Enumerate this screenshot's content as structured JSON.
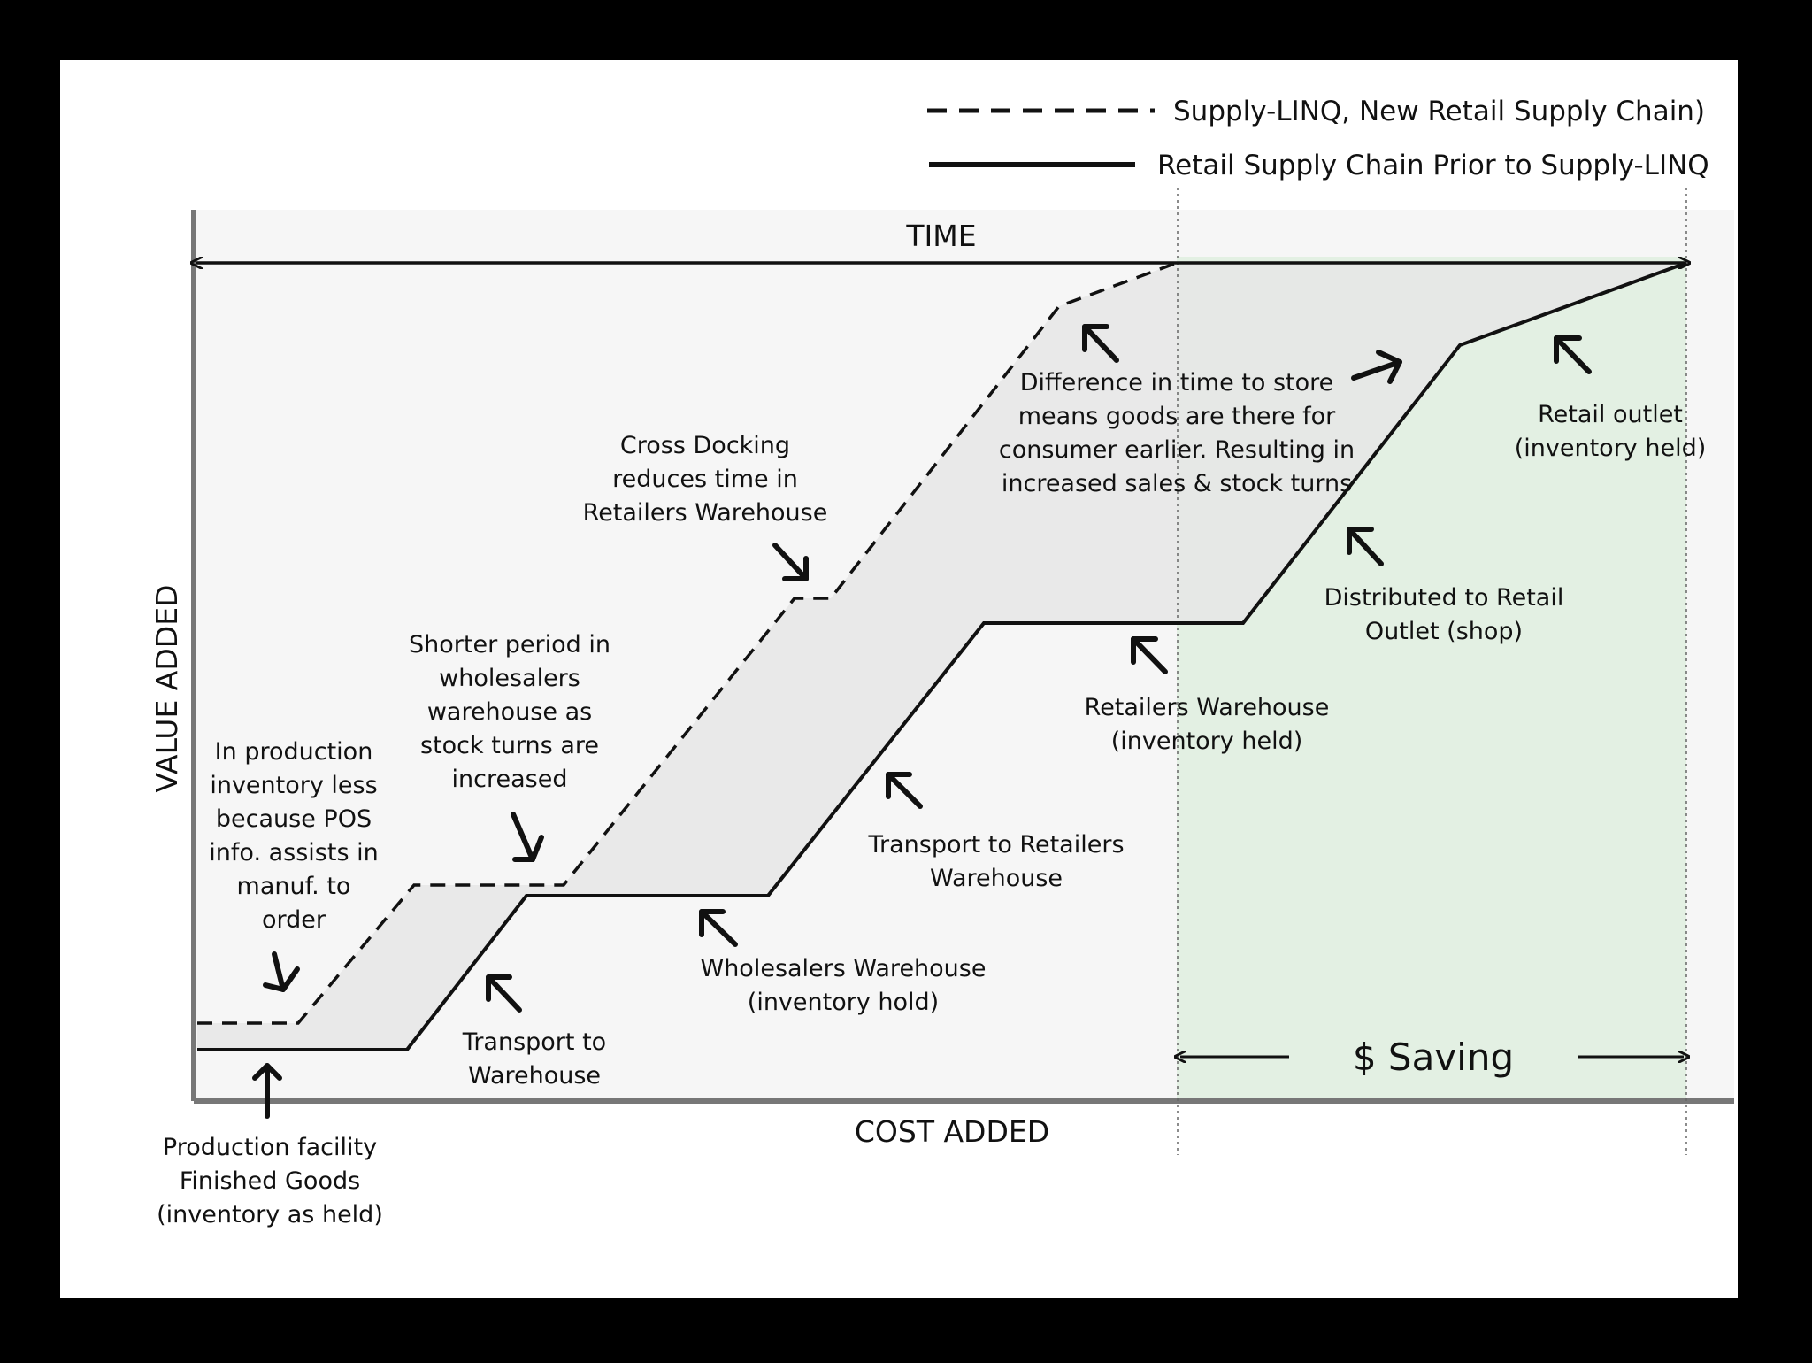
{
  "legend": {
    "dashed_label": "Supply-LINQ, New Retail Supply Chain)",
    "solid_label": "Retail Supply Chain Prior to Supply-LINQ"
  },
  "axes": {
    "time": "TIME",
    "value_added": "VALUE ADDED",
    "cost_added": "COST ADDED"
  },
  "saving": {
    "label": "$ Saving"
  },
  "colors": {
    "background": "#000000",
    "panel": "#ffffff",
    "shade_gray": "#ececec",
    "shade_light": "#f6f6f6",
    "saving_green": "#e3f0e3",
    "line": "#111111"
  },
  "annotations": {
    "production_facility": [
      "Production facility",
      "Finished Goods",
      "(inventory as held)"
    ],
    "in_production": [
      "In production",
      "inventory less",
      "because POS",
      "info. assists in",
      "manuf. to",
      "order"
    ],
    "transport_warehouse": [
      "Transport to",
      "Warehouse"
    ],
    "shorter_period": [
      "Shorter period in",
      "wholesalers",
      "warehouse as",
      "stock turns are",
      "increased"
    ],
    "wholesalers_warehouse": [
      "Wholesalers Warehouse",
      "(inventory hold)"
    ],
    "cross_docking": [
      "Cross Docking",
      "reduces time in",
      "Retailers Warehouse"
    ],
    "transport_retailers": [
      "Transport to Retailers",
      "Warehouse"
    ],
    "retailers_warehouse": [
      "Retailers Warehouse",
      "(inventory held)"
    ],
    "difference_time": [
      "Difference in time to store",
      "means goods are there for",
      "consumer earlier. Resulting in",
      "increased sales & stock turns"
    ],
    "distributed": [
      "Distributed to Retail",
      "Outlet (shop)"
    ],
    "retail_outlet": [
      "Retail outlet",
      "(inventory held)"
    ]
  }
}
